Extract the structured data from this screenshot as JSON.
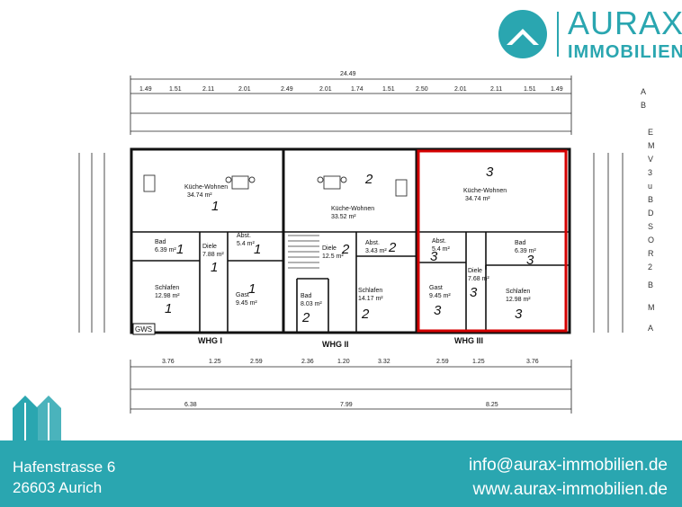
{
  "brand": {
    "name": "AURAX",
    "subtitle": "IMMOBILIEN",
    "color": "#2aa6b0"
  },
  "plan": {
    "dimensions_top": [
      "24.49",
      "1.49",
      "1.51",
      "2.11",
      "2.01",
      "2.49",
      "2.01",
      "1.74",
      "1.51",
      "2.50",
      "2.01",
      "2.11",
      "1.51",
      "1.49"
    ],
    "dimensions_bottom": [
      "3.76",
      "1.25",
      "2.59",
      "2.36",
      "1.20",
      "3.32",
      "2.59",
      "1.25",
      "3.76",
      "6.38",
      "7.99",
      "8.25"
    ],
    "gws_label": "GWS",
    "units": [
      {
        "label": "WHG I",
        "rooms": [
          {
            "name": "Küche-Wohnen",
            "area": "34.74 m²",
            "tag": "1"
          },
          {
            "name": "Bad",
            "area": "6.39 m²",
            "tag": "1"
          },
          {
            "name": "Diele",
            "area": "7.88 m²",
            "tag": "1"
          },
          {
            "name": "Abst.",
            "area": "5.4 m²",
            "tag": "1"
          },
          {
            "name": "Schlafen",
            "area": "12.98 m²",
            "tag": "1"
          },
          {
            "name": "Gast",
            "area": "9.45 m²",
            "tag": "1"
          }
        ]
      },
      {
        "label": "WHG II",
        "rooms": [
          {
            "name": "Küche-Wohnen",
            "area": "33.52 m²",
            "tag": "2"
          },
          {
            "name": "Diele",
            "area": "12.5 m²",
            "tag": "2"
          },
          {
            "name": "Abst.",
            "area": "3.43 m²",
            "tag": "2"
          },
          {
            "name": "Bad",
            "area": "8.03 m²",
            "tag": "2"
          },
          {
            "name": "Schlafen",
            "area": "14.17 m²",
            "tag": "2"
          }
        ]
      },
      {
        "label": "WHG III",
        "rooms": [
          {
            "name": "Küche-Wohnen",
            "area": "34.74 m²",
            "tag": "3"
          },
          {
            "name": "Abst.",
            "area": "5.4 m²",
            "tag": "3"
          },
          {
            "name": "Bad",
            "area": "6.39 m²",
            "tag": "3"
          },
          {
            "name": "Diele",
            "area": "7.68 m²",
            "tag": "3"
          },
          {
            "name": "Gast",
            "area": "9.45 m²",
            "tag": "3"
          },
          {
            "name": "Schlafen",
            "area": "12.98 m²",
            "tag": "3"
          }
        ]
      }
    ],
    "side_letters": [
      "A",
      "B",
      "E",
      "M",
      "V",
      "3",
      "u",
      "B",
      "D",
      "S",
      "O",
      "R",
      "2",
      "B",
      "M",
      "A"
    ]
  },
  "footer": {
    "street": "Hafenstrasse 6",
    "city": "26603 Aurich",
    "email": "info@aurax-immobilien.de",
    "web": "www.aurax-immobilien.de"
  }
}
